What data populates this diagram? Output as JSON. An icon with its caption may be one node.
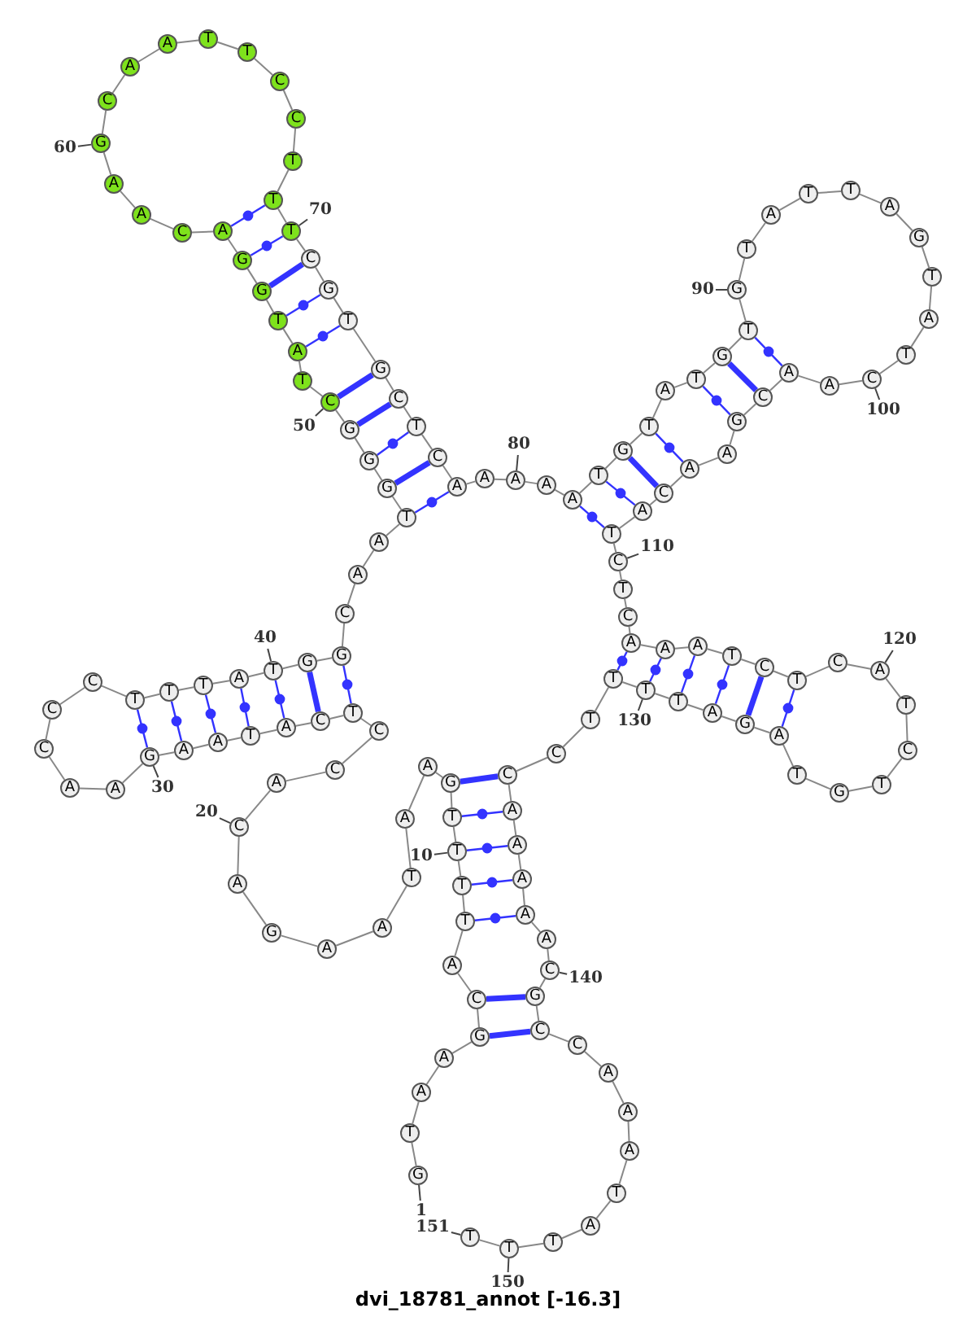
{
  "diagram": {
    "caption": "dvi_18781_annot [-16.3]",
    "nodes": [
      {
        "text": [
          "G"
        ]
      },
      {
        "text": [
          "T"
        ]
      },
      {
        "text": [
          "A"
        ]
      },
      {
        "text": [
          "A"
        ]
      },
      {
        "text": [
          "G"
        ]
      },
      {
        "text": [
          "C"
        ]
      },
      {
        "text": [
          "A"
        ]
      },
      {
        "text": [
          "T"
        ]
      },
      {
        "text": [
          "T"
        ]
      },
      {
        "text": [
          "T"
        ]
      },
      {
        "text": [
          "T"
        ]
      },
      {
        "text": [
          "G"
        ]
      },
      {
        "text": [
          "A"
        ]
      },
      {
        "text": [
          "A"
        ]
      },
      {
        "text": [
          "T"
        ]
      },
      {
        "text": [
          "A"
        ]
      },
      {
        "text": [
          "A"
        ]
      },
      {
        "text": [
          "G"
        ]
      },
      {
        "text": [
          "A"
        ]
      },
      {
        "text": [
          "C"
        ]
      },
      {
        "text": [
          "A"
        ]
      },
      {
        "text": [
          "C"
        ]
      },
      {
        "text": [
          "C"
        ]
      },
      {
        "text": [
          "T"
        ]
      },
      {
        "text": [
          "C"
        ]
      },
      {
        "text": [
          "A"
        ]
      },
      {
        "text": [
          "T"
        ]
      },
      {
        "text": [
          "A"
        ]
      },
      {
        "text": [
          "A"
        ]
      },
      {
        "text": [
          "G"
        ]
      },
      {
        "text": [
          "A"
        ]
      },
      {
        "text": [
          "A"
        ]
      },
      {
        "text": [
          "C"
        ]
      },
      {
        "text": [
          "C"
        ]
      },
      {
        "text": [
          "C"
        ]
      },
      {
        "text": [
          "T"
        ]
      },
      {
        "text": [
          "T"
        ]
      },
      {
        "text": [
          "T"
        ]
      },
      {
        "text": [
          "A"
        ]
      },
      {
        "text": [
          "T"
        ]
      },
      {
        "text": [
          "G"
        ]
      },
      {
        "text": [
          "G"
        ]
      },
      {
        "text": [
          "C"
        ]
      },
      {
        "text": [
          "A"
        ]
      },
      {
        "text": [
          "A"
        ]
      },
      {
        "text": [
          "T"
        ]
      },
      {
        "text": [
          "G"
        ]
      },
      {
        "text": [
          "G"
        ]
      },
      {
        "text": [
          "G"
        ]
      },
      {
        "text": [
          "C"
        ]
      },
      {
        "text": [
          "T"
        ]
      },
      {
        "text": [
          "A"
        ]
      },
      {
        "text": [
          "T"
        ]
      },
      {
        "text": [
          "G"
        ]
      },
      {
        "text": [
          "G"
        ]
      },
      {
        "text": [
          "A"
        ]
      },
      {
        "text": [
          "C"
        ]
      },
      {
        "text": [
          "A"
        ]
      },
      {
        "text": [
          "A"
        ]
      },
      {
        "text": [
          "G"
        ]
      },
      {
        "text": [
          "C"
        ]
      },
      {
        "text": [
          "A"
        ]
      },
      {
        "text": [
          "A"
        ]
      },
      {
        "text": [
          "T"
        ]
      },
      {
        "text": [
          "T"
        ]
      },
      {
        "text": [
          "C"
        ]
      },
      {
        "text": [
          "C"
        ]
      },
      {
        "text": [
          "T"
        ]
      },
      {
        "text": [
          "T"
        ]
      },
      {
        "text": [
          "T"
        ]
      },
      {
        "text": [
          "C"
        ]
      },
      {
        "text": [
          "G"
        ]
      },
      {
        "text": [
          "T"
        ]
      },
      {
        "text": [
          "G"
        ]
      },
      {
        "text": [
          "C"
        ]
      },
      {
        "text": [
          "T"
        ]
      },
      {
        "text": [
          "C"
        ]
      },
      {
        "text": [
          "A"
        ]
      },
      {
        "text": [
          "A"
        ]
      },
      {
        "text": [
          "A"
        ]
      },
      {
        "text": [
          "A"
        ]
      },
      {
        "text": [
          "A"
        ]
      },
      {
        "text": [
          "T"
        ]
      },
      {
        "text": [
          "G"
        ]
      },
      {
        "text": [
          "T"
        ]
      },
      {
        "text": [
          "A"
        ]
      },
      {
        "text": [
          "T"
        ]
      },
      {
        "text": [
          "G"
        ]
      },
      {
        "text": [
          "T"
        ]
      },
      {
        "text": [
          "G"
        ]
      },
      {
        "text": [
          "T"
        ]
      },
      {
        "text": [
          "A"
        ]
      },
      {
        "text": [
          "T"
        ]
      },
      {
        "text": [
          "T"
        ]
      },
      {
        "text": [
          "A"
        ]
      },
      {
        "text": [
          "G"
        ]
      },
      {
        "text": [
          "T"
        ]
      },
      {
        "text": [
          "A"
        ]
      },
      {
        "text": [
          "T"
        ]
      },
      {
        "text": [
          "C"
        ]
      },
      {
        "text": [
          "A"
        ]
      },
      {
        "text": [
          "A"
        ]
      },
      {
        "text": [
          "C"
        ]
      },
      {
        "text": [
          "G"
        ]
      },
      {
        "text": [
          "A"
        ]
      },
      {
        "text": [
          "A"
        ]
      },
      {
        "text": [
          "C"
        ]
      },
      {
        "text": [
          "A"
        ]
      },
      {
        "text": [
          "T"
        ]
      },
      {
        "text": [
          "C"
        ]
      },
      {
        "text": [
          "T"
        ]
      },
      {
        "text": [
          "C"
        ]
      },
      {
        "text": [
          "A"
        ]
      },
      {
        "text": [
          "A"
        ]
      },
      {
        "text": [
          "A"
        ]
      },
      {
        "text": [
          "T"
        ]
      },
      {
        "text": [
          "C"
        ]
      },
      {
        "text": [
          "T"
        ]
      },
      {
        "text": [
          "C"
        ]
      },
      {
        "text": [
          "A"
        ]
      },
      {
        "text": [
          "T"
        ]
      },
      {
        "text": [
          "C"
        ]
      },
      {
        "text": [
          "T"
        ]
      },
      {
        "text": [
          "G"
        ]
      },
      {
        "text": [
          "T"
        ]
      },
      {
        "text": [
          "A"
        ]
      },
      {
        "text": [
          "G"
        ]
      },
      {
        "text": [
          "A"
        ]
      },
      {
        "text": [
          "T"
        ]
      },
      {
        "text": [
          "T"
        ]
      },
      {
        "text": [
          "T"
        ]
      },
      {
        "text": [
          "T"
        ]
      },
      {
        "text": [
          "C"
        ]
      },
      {
        "text": [
          "C"
        ]
      },
      {
        "text": [
          "A"
        ]
      },
      {
        "text": [
          "A"
        ]
      },
      {
        "text": [
          "A"
        ]
      },
      {
        "text": [
          "A"
        ]
      },
      {
        "text": [
          "A"
        ]
      },
      {
        "text": [
          "C"
        ]
      },
      {
        "text": [
          "G"
        ]
      },
      {
        "text": [
          "C"
        ]
      },
      {
        "text": [
          "C"
        ]
      },
      {
        "text": [
          "A"
        ]
      },
      {
        "text": [
          "A"
        ]
      },
      {
        "text": [
          "A"
        ]
      },
      {
        "text": [
          "T"
        ]
      },
      {
        "text": [
          "A"
        ]
      },
      {
        "text": [
          "T"
        ]
      },
      {
        "text": [
          "T"
        ]
      },
      {
        "text": [
          "T"
        ]
      },
      {
        "text": [
          "1"
        ]
      },
      {
        "text": [
          "10"
        ]
      },
      {
        "text": [
          "20"
        ]
      },
      {
        "text": [
          "30"
        ]
      },
      {
        "text": [
          "40"
        ]
      },
      {
        "text": [
          "50"
        ]
      },
      {
        "text": [
          "60"
        ]
      },
      {
        "text": [
          "70"
        ]
      },
      {
        "text": [
          "80"
        ]
      },
      {
        "text": [
          "90"
        ]
      },
      {
        "text": [
          "100"
        ]
      },
      {
        "text": [
          "110"
        ]
      },
      {
        "text": [
          "120"
        ]
      },
      {
        "text": [
          "130"
        ]
      },
      {
        "text": [
          "140"
        ]
      },
      {
        "text": [
          "150"
        ]
      },
      {
        "text": [
          "151"
        ]
      }
    ],
    "edges": [
      {
        "from": 0,
        "to": 1,
        "arrow": "none"
      },
      {
        "from": 1,
        "to": 2,
        "arrow": "none"
      },
      {
        "from": 2,
        "to": 3,
        "arrow": "none"
      },
      {
        "from": 3,
        "to": 4,
        "arrow": "none"
      },
      {
        "from": 4,
        "to": 5,
        "arrow": "none"
      },
      {
        "from": 5,
        "to": 6,
        "arrow": "none"
      },
      {
        "from": 6,
        "to": 7,
        "arrow": "none"
      },
      {
        "from": 7,
        "to": 8,
        "arrow": "none"
      },
      {
        "from": 8,
        "to": 9,
        "arrow": "none"
      },
      {
        "from": 9,
        "to": 10,
        "arrow": "none"
      },
      {
        "from": 10,
        "to": 11,
        "arrow": "none"
      },
      {
        "from": 11,
        "to": 12,
        "arrow": "none"
      },
      {
        "from": 12,
        "to": 13,
        "arrow": "none"
      },
      {
        "from": 13,
        "to": 14,
        "arrow": "none"
      },
      {
        "from": 14,
        "to": 15,
        "arrow": "none"
      },
      {
        "from": 15,
        "to": 16,
        "arrow": "none"
      },
      {
        "from": 16,
        "to": 17,
        "arrow": "none"
      },
      {
        "from": 17,
        "to": 18,
        "arrow": "none"
      },
      {
        "from": 18,
        "to": 19,
        "arrow": "none"
      },
      {
        "from": 19,
        "to": 20,
        "arrow": "none"
      },
      {
        "from": 20,
        "to": 21,
        "arrow": "none"
      },
      {
        "from": 21,
        "to": 22,
        "arrow": "none"
      },
      {
        "from": 22,
        "to": 23,
        "arrow": "none"
      },
      {
        "from": 23,
        "to": 24,
        "arrow": "none"
      },
      {
        "from": 24,
        "to": 25,
        "arrow": "none"
      },
      {
        "from": 25,
        "to": 26,
        "arrow": "none"
      },
      {
        "from": 26,
        "to": 27,
        "arrow": "none"
      },
      {
        "from": 27,
        "to": 28,
        "arrow": "none"
      },
      {
        "from": 28,
        "to": 29,
        "arrow": "none"
      },
      {
        "from": 29,
        "to": 30,
        "arrow": "none"
      },
      {
        "from": 30,
        "to": 31,
        "arrow": "none"
      },
      {
        "from": 31,
        "to": 32,
        "arrow": "none"
      },
      {
        "from": 32,
        "to": 33,
        "arrow": "none"
      },
      {
        "from": 33,
        "to": 34,
        "arrow": "none"
      },
      {
        "from": 34,
        "to": 35,
        "arrow": "none"
      },
      {
        "from": 35,
        "to": 36,
        "arrow": "none"
      },
      {
        "from": 36,
        "to": 37,
        "arrow": "none"
      },
      {
        "from": 37,
        "to": 38,
        "arrow": "none"
      },
      {
        "from": 38,
        "to": 39,
        "arrow": "none"
      },
      {
        "from": 39,
        "to": 40,
        "arrow": "none"
      },
      {
        "from": 40,
        "to": 41,
        "arrow": "none"
      },
      {
        "from": 41,
        "to": 42,
        "arrow": "none"
      },
      {
        "from": 42,
        "to": 43,
        "arrow": "none"
      },
      {
        "from": 43,
        "to": 44,
        "arrow": "none"
      },
      {
        "from": 44,
        "to": 45,
        "arrow": "none"
      },
      {
        "from": 45,
        "to": 46,
        "arrow": "none"
      },
      {
        "from": 46,
        "to": 47,
        "arrow": "none"
      },
      {
        "from": 47,
        "to": 48,
        "arrow": "none"
      },
      {
        "from": 48,
        "to": 49,
        "arrow": "none"
      },
      {
        "from": 49,
        "to": 50,
        "arrow": "none"
      },
      {
        "from": 50,
        "to": 51,
        "arrow": "none"
      },
      {
        "from": 51,
        "to": 52,
        "arrow": "none"
      },
      {
        "from": 52,
        "to": 53,
        "arrow": "none"
      },
      {
        "from": 53,
        "to": 54,
        "arrow": "none"
      },
      {
        "from": 54,
        "to": 55,
        "arrow": "none"
      },
      {
        "from": 55,
        "to": 56,
        "arrow": "none"
      },
      {
        "from": 56,
        "to": 57,
        "arrow": "none"
      },
      {
        "from": 57,
        "to": 58,
        "arrow": "none"
      },
      {
        "from": 58,
        "to": 59,
        "arrow": "none"
      },
      {
        "from": 59,
        "to": 60,
        "arrow": "none"
      },
      {
        "from": 60,
        "to": 61,
        "arrow": "none"
      },
      {
        "from": 61,
        "to": 62,
        "arrow": "none"
      },
      {
        "from": 62,
        "to": 63,
        "arrow": "none"
      },
      {
        "from": 63,
        "to": 64,
        "arrow": "none"
      },
      {
        "from": 64,
        "to": 65,
        "arrow": "none"
      },
      {
        "from": 65,
        "to": 66,
        "arrow": "none"
      },
      {
        "from": 66,
        "to": 67,
        "arrow": "none"
      },
      {
        "from": 67,
        "to": 68,
        "arrow": "none"
      },
      {
        "from": 68,
        "to": 69,
        "arrow": "none"
      },
      {
        "from": 69,
        "to": 70,
        "arrow": "none"
      },
      {
        "from": 70,
        "to": 71,
        "arrow": "none"
      },
      {
        "from": 71,
        "to": 72,
        "arrow": "none"
      },
      {
        "from": 72,
        "to": 73,
        "arrow": "none"
      },
      {
        "from": 73,
        "to": 74,
        "arrow": "none"
      },
      {
        "from": 74,
        "to": 75,
        "arrow": "none"
      },
      {
        "from": 75,
        "to": 76,
        "arrow": "none"
      },
      {
        "from": 76,
        "to": 77,
        "arrow": "none"
      },
      {
        "from": 77,
        "to": 78,
        "arrow": "none"
      },
      {
        "from": 78,
        "to": 79,
        "arrow": "none"
      },
      {
        "from": 79,
        "to": 80,
        "arrow": "none"
      },
      {
        "from": 80,
        "to": 81,
        "arrow": "none"
      },
      {
        "from": 81,
        "to": 82,
        "arrow": "none"
      },
      {
        "from": 82,
        "to": 83,
        "arrow": "none"
      },
      {
        "from": 83,
        "to": 84,
        "arrow": "none"
      },
      {
        "from": 84,
        "to": 85,
        "arrow": "none"
      },
      {
        "from": 85,
        "to": 86,
        "arrow": "none"
      },
      {
        "from": 86,
        "to": 87,
        "arrow": "none"
      },
      {
        "from": 87,
        "to": 88,
        "arrow": "none"
      },
      {
        "from": 88,
        "to": 89,
        "arrow": "none"
      },
      {
        "from": 89,
        "to": 90,
        "arrow": "none"
      },
      {
        "from": 90,
        "to": 91,
        "arrow": "none"
      },
      {
        "from": 91,
        "to": 92,
        "arrow": "none"
      },
      {
        "from": 92,
        "to": 93,
        "arrow": "none"
      },
      {
        "from": 93,
        "to": 94,
        "arrow": "none"
      },
      {
        "from": 94,
        "to": 95,
        "arrow": "none"
      },
      {
        "from": 95,
        "to": 96,
        "arrow": "none"
      },
      {
        "from": 96,
        "to": 97,
        "arrow": "none"
      },
      {
        "from": 97,
        "to": 98,
        "arrow": "none"
      },
      {
        "from": 98,
        "to": 99,
        "arrow": "none"
      },
      {
        "from": 99,
        "to": 100,
        "arrow": "none"
      },
      {
        "from": 100,
        "to": 101,
        "arrow": "none"
      },
      {
        "from": 101,
        "to": 102,
        "arrow": "none"
      },
      {
        "from": 102,
        "to": 103,
        "arrow": "none"
      },
      {
        "from": 103,
        "to": 104,
        "arrow": "none"
      },
      {
        "from": 104,
        "to": 105,
        "arrow": "none"
      },
      {
        "from": 105,
        "to": 106,
        "arrow": "none"
      },
      {
        "from": 106,
        "to": 107,
        "arrow": "none"
      },
      {
        "from": 107,
        "to": 108,
        "arrow": "none"
      },
      {
        "from": 108,
        "to": 109,
        "arrow": "none"
      },
      {
        "from": 109,
        "to": 110,
        "arrow": "none"
      },
      {
        "from": 110,
        "to": 111,
        "arrow": "none"
      },
      {
        "from": 111,
        "to": 112,
        "arrow": "none"
      },
      {
        "from": 112,
        "to": 113,
        "arrow": "none"
      },
      {
        "from": 113,
        "to": 114,
        "arrow": "none"
      },
      {
        "from": 114,
        "to": 115,
        "arrow": "none"
      },
      {
        "from": 115,
        "to": 116,
        "arrow": "none"
      },
      {
        "from": 116,
        "to": 117,
        "arrow": "none"
      },
      {
        "from": 117,
        "to": 118,
        "arrow": "none"
      },
      {
        "from": 118,
        "to": 119,
        "arrow": "none"
      },
      {
        "from": 119,
        "to": 120,
        "arrow": "none"
      },
      {
        "from": 120,
        "to": 121,
        "arrow": "none"
      },
      {
        "from": 121,
        "to": 122,
        "arrow": "none"
      },
      {
        "from": 122,
        "to": 123,
        "arrow": "none"
      },
      {
        "from": 123,
        "to": 124,
        "arrow": "none"
      },
      {
        "from": 124,
        "to": 125,
        "arrow": "none"
      },
      {
        "from": 125,
        "to": 126,
        "arrow": "none"
      },
      {
        "from": 126,
        "to": 127,
        "arrow": "none"
      },
      {
        "from": 127,
        "to": 128,
        "arrow": "none"
      },
      {
        "from": 128,
        "to": 129,
        "arrow": "none"
      },
      {
        "from": 129,
        "to": 130,
        "arrow": "none"
      },
      {
        "from": 130,
        "to": 131,
        "arrow": "none"
      },
      {
        "from": 131,
        "to": 132,
        "arrow": "none"
      },
      {
        "from": 132,
        "to": 133,
        "arrow": "none"
      },
      {
        "from": 133,
        "to": 134,
        "arrow": "none"
      },
      {
        "from": 134,
        "to": 135,
        "arrow": "none"
      },
      {
        "from": 135,
        "to": 136,
        "arrow": "none"
      },
      {
        "from": 136,
        "to": 137,
        "arrow": "none"
      },
      {
        "from": 137,
        "to": 138,
        "arrow": "none"
      },
      {
        "from": 138,
        "to": 139,
        "arrow": "none"
      },
      {
        "from": 139,
        "to": 140,
        "arrow": "none"
      },
      {
        "from": 140,
        "to": 141,
        "arrow": "none"
      },
      {
        "from": 141,
        "to": 142,
        "arrow": "none"
      },
      {
        "from": 142,
        "to": 143,
        "arrow": "none"
      },
      {
        "from": 143,
        "to": 144,
        "arrow": "none"
      },
      {
        "from": 144,
        "to": 145,
        "arrow": "none"
      },
      {
        "from": 145,
        "to": 146,
        "arrow": "none"
      },
      {
        "from": 146,
        "to": 147,
        "arrow": "none"
      },
      {
        "from": 147,
        "to": 148,
        "arrow": "none"
      },
      {
        "from": 148,
        "to": 149,
        "arrow": "none"
      },
      {
        "from": 149,
        "to": 150,
        "arrow": "none"
      },
      {
        "from": 4,
        "to": 141,
        "arrow": "none",
        "style": "thick",
        "color": "#3333ff"
      },
      {
        "from": 5,
        "to": 140,
        "arrow": "none",
        "style": "thick",
        "color": "#3333ff"
      },
      {
        "from": 7,
        "to": 137,
        "arrow": "none",
        "color": "#3333ff"
      },
      {
        "from": 8,
        "to": 136,
        "arrow": "none",
        "color": "#3333ff"
      },
      {
        "from": 9,
        "to": 135,
        "arrow": "none",
        "color": "#3333ff"
      },
      {
        "from": 10,
        "to": 134,
        "arrow": "none",
        "color": "#3333ff"
      },
      {
        "from": 11,
        "to": 133,
        "arrow": "none",
        "style": "thick",
        "color": "#3333ff"
      },
      {
        "from": 23,
        "to": 41,
        "arrow": "none",
        "color": "#3333ff"
      },
      {
        "from": 24,
        "to": 40,
        "arrow": "none",
        "style": "thick",
        "color": "#3333ff"
      },
      {
        "from": 25,
        "to": 39,
        "arrow": "none",
        "color": "#3333ff"
      },
      {
        "from": 26,
        "to": 38,
        "arrow": "none",
        "color": "#3333ff"
      },
      {
        "from": 27,
        "to": 37,
        "arrow": "none",
        "color": "#3333ff"
      },
      {
        "from": 28,
        "to": 36,
        "arrow": "none",
        "color": "#3333ff"
      },
      {
        "from": 29,
        "to": 35,
        "arrow": "none",
        "color": "#3333ff"
      },
      {
        "from": 45,
        "to": 77,
        "arrow": "none",
        "color": "#3333ff"
      },
      {
        "from": 46,
        "to": 76,
        "arrow": "none",
        "style": "thick",
        "color": "#3333ff"
      },
      {
        "from": 47,
        "to": 75,
        "arrow": "none",
        "color": "#3333ff"
      },
      {
        "from": 48,
        "to": 74,
        "arrow": "none",
        "style": "thick",
        "color": "#3333ff"
      },
      {
        "from": 49,
        "to": 73,
        "arrow": "none",
        "style": "thick",
        "color": "#3333ff"
      },
      {
        "from": 51,
        "to": 72,
        "arrow": "none",
        "color": "#3333ff"
      },
      {
        "from": 52,
        "to": 71,
        "arrow": "none",
        "color": "#3333ff"
      },
      {
        "from": 53,
        "to": 70,
        "arrow": "none",
        "style": "thick",
        "color": "#3333ff"
      },
      {
        "from": 54,
        "to": 69,
        "arrow": "none",
        "color": "#3333ff"
      },
      {
        "from": 55,
        "to": 68,
        "arrow": "none",
        "color": "#3333ff"
      },
      {
        "from": 81,
        "to": 108,
        "arrow": "none",
        "color": "#3333ff"
      },
      {
        "from": 82,
        "to": 107,
        "arrow": "none",
        "color": "#3333ff"
      },
      {
        "from": 83,
        "to": 106,
        "arrow": "none",
        "style": "thick",
        "color": "#3333ff"
      },
      {
        "from": 84,
        "to": 105,
        "arrow": "none",
        "color": "#3333ff"
      },
      {
        "from": 86,
        "to": 103,
        "arrow": "none",
        "color": "#3333ff"
      },
      {
        "from": 87,
        "to": 102,
        "arrow": "none",
        "style": "thick",
        "color": "#3333ff"
      },
      {
        "from": 88,
        "to": 101,
        "arrow": "none",
        "color": "#3333ff"
      },
      {
        "from": 112,
        "to": 130,
        "arrow": "none",
        "color": "#3333ff"
      },
      {
        "from": 113,
        "to": 129,
        "arrow": "none",
        "color": "#3333ff"
      },
      {
        "from": 114,
        "to": 128,
        "arrow": "none",
        "color": "#3333ff"
      },
      {
        "from": 115,
        "to": 127,
        "arrow": "none",
        "color": "#3333ff"
      },
      {
        "from": 116,
        "to": 126,
        "arrow": "none",
        "style": "thick",
        "color": "#3333ff"
      },
      {
        "from": 117,
        "to": 125,
        "arrow": "none",
        "color": "#3333ff"
      },
      {
        "from": 151,
        "to": 0,
        "arrow": "none"
      },
      {
        "from": 152,
        "to": 9,
        "arrow": "none"
      },
      {
        "from": 153,
        "to": 19,
        "arrow": "none"
      },
      {
        "from": 154,
        "to": 29,
        "arrow": "none"
      },
      {
        "from": 155,
        "to": 39,
        "arrow": "none"
      },
      {
        "from": 156,
        "to": 49,
        "arrow": "none"
      },
      {
        "from": 157,
        "to": 59,
        "arrow": "none"
      },
      {
        "from": 158,
        "to": 69,
        "arrow": "none"
      },
      {
        "from": 159,
        "to": 79,
        "arrow": "none"
      },
      {
        "from": 160,
        "to": 89,
        "arrow": "none"
      },
      {
        "from": 161,
        "to": 99,
        "arrow": "none"
      },
      {
        "from": 162,
        "to": 109,
        "arrow": "none"
      },
      {
        "from": 163,
        "to": 119,
        "arrow": "none"
      },
      {
        "from": 164,
        "to": 129,
        "arrow": "none"
      },
      {
        "from": 165,
        "to": 139,
        "arrow": "none"
      },
      {
        "from": 166,
        "to": 149,
        "arrow": "none"
      },
      {
        "from": 167,
        "to": 150,
        "arrow": "none"
      }
    ]
  }
}
